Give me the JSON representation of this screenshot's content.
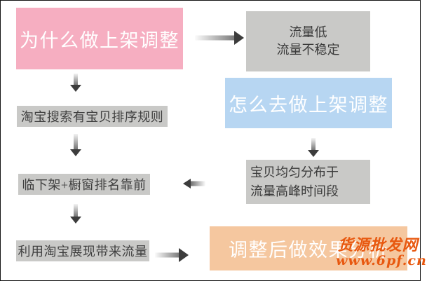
{
  "page": {
    "background": "#ffffff",
    "border_color": "#141414"
  },
  "colors": {
    "pink_box": "#f6aec1",
    "blue_box": "#b7d6f2",
    "gray_box": "#c9c9c7",
    "orange_box": "#f5c79f",
    "big_text": "#ffffff",
    "small_text": "#3a3a3a",
    "arrow_head": "#3c3c3c",
    "watermark": "#e8580f"
  },
  "boxes": {
    "why_adjust": {
      "label": "为什么做上架调整"
    },
    "traffic_low": {
      "line1": "流量低",
      "line2": "流量不稳定"
    },
    "how_adjust": {
      "label": "怎么去做上架调整"
    },
    "taobao_search_rule": {
      "label": "淘宝搜索有宝贝排序规则"
    },
    "near_offshelf": {
      "label": "临下架+橱窗排名靠前"
    },
    "evenly_distributed": {
      "line1": "宝贝均匀分布于",
      "line2": "流量高峰时间段"
    },
    "use_taobao_display": {
      "label": "利用淘宝展现带来流量"
    },
    "effect_analysis": {
      "label": "调整后做效果分析"
    }
  },
  "watermark": {
    "line1": "货源批发网",
    "line2": "www.6pf.cn"
  }
}
